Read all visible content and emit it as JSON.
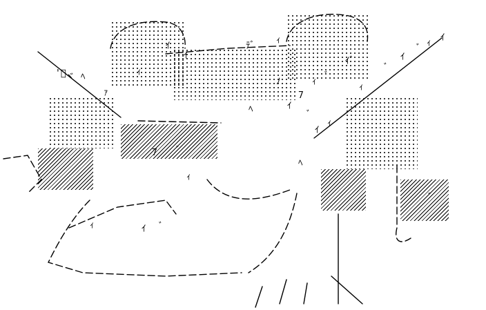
{
  "image": {
    "kind": "ascii-art",
    "subject": "frog-like creature",
    "ink_color": "#000000",
    "background_color": "#ffffff"
  },
  "text_fragments": {
    "f01": "ヾ",
    "f02": "ﾍ",
    "f03": "'ﾞ",
    "f04": "ｧ",
    "f05": "ｨ",
    "f06": "ｲ",
    "f07": "ｲ",
    "f08": "ﾃﾞ",
    "f09": "ｨ",
    "f10": "ﾍ",
    "f11": "ｲ",
    "f12": "7",
    "f13": "ｨ",
    "f14": "ﾞ",
    "f15": "ｲﾞ",
    "f16": "ﾞ",
    "f17": "ｲ",
    "f18": "ﾞ",
    "f19": "ｨ",
    "f20": "ｲ",
    "f21": "ｨ",
    "f22": "ｲ",
    "f23": "ﾞ",
    "f24": "7",
    "f25": "ﾞ",
    "f26": "ｨ",
    "f27": "ｨ",
    "f28": "ﾞ",
    "f29": "ｲ",
    "f30": "ｨ",
    "f31": "ﾉ",
    "f32": "ﾍ",
    "f33": "ﾞ"
  }
}
